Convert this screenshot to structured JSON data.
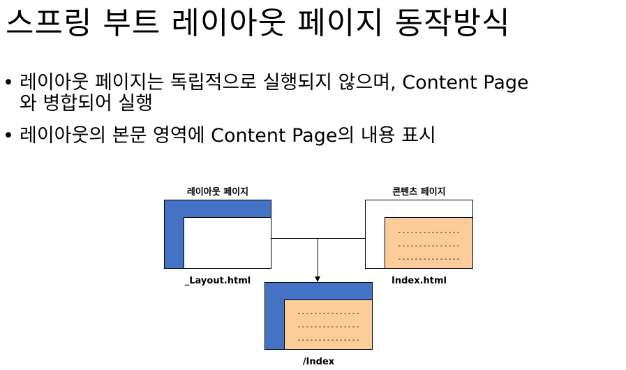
{
  "slide": {
    "title": "스프링 부트 레이아웃 페이지 동작방식",
    "bullets": [
      {
        "lines": [
          "레이아웃 페이지는 독립적으로 실행되지 않으며, Content Page",
          "와 병합되어 실행"
        ]
      },
      {
        "lines": [
          "레이아웃의 본문 영역에 Content Page의 내용 표시"
        ]
      }
    ],
    "bullet_symbol": "•"
  },
  "diagram": {
    "layout_page": {
      "header_label": "레이아웃 페이지",
      "file_label": "_Layout.html"
    },
    "content_page": {
      "header_label": "콘텐츠 페이지",
      "file_label": "Index.html",
      "lines": [
        "---------------",
        "---------------",
        "---------------"
      ]
    },
    "result_page": {
      "file_label": "/Index",
      "lines": [
        "---------------",
        "---------------",
        "---------------"
      ]
    },
    "colors": {
      "header_blue": "#4472c4",
      "content_orange": "#fccc99",
      "border": "#000000"
    }
  }
}
